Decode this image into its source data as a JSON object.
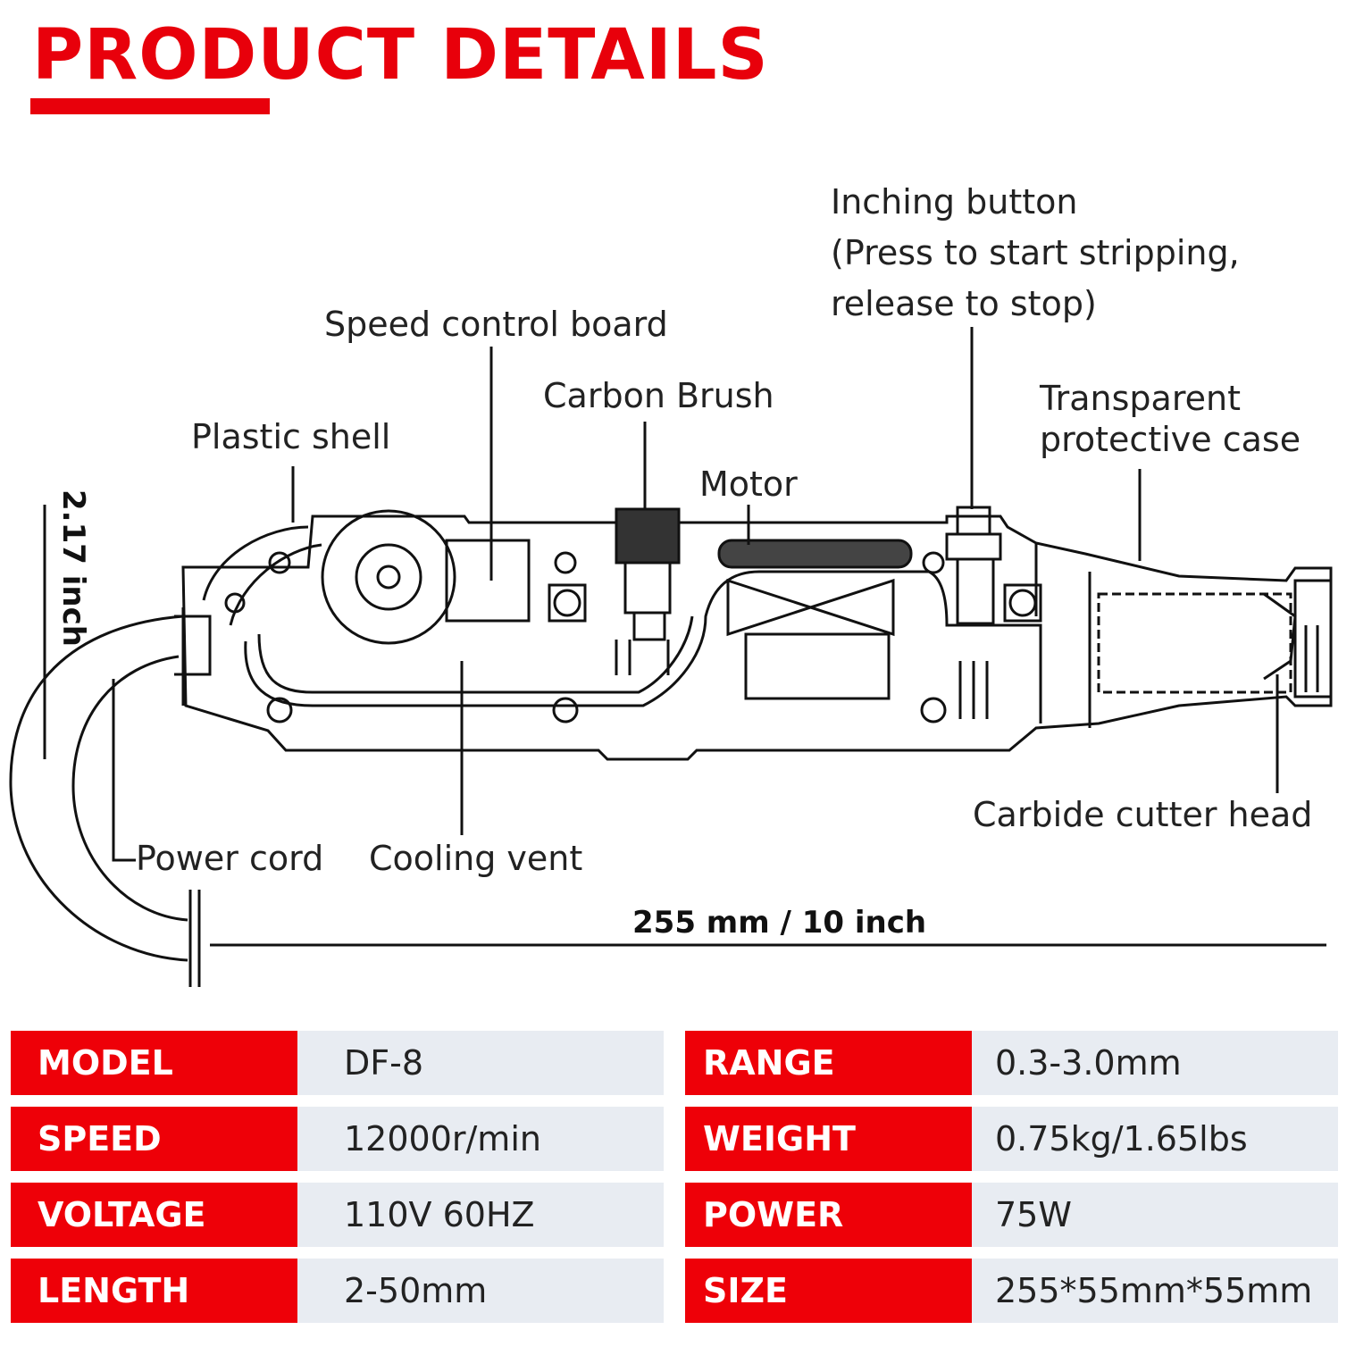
{
  "title": "PRODUCT DETAILS",
  "diagram": {
    "labels": {
      "inching_button_line1": "Inching button",
      "inching_button_line2": "(Press to start stripping,",
      "inching_button_line3": "release to stop)",
      "speed_control_board": "Speed control board",
      "carbon_brush": "Carbon Brush",
      "plastic_shell": "Plastic shell",
      "motor": "Motor",
      "transparent_case_line1": "Transparent",
      "transparent_case_line2": "protective case",
      "carbide_cutter_head": "Carbide cutter head",
      "power_cord": "Power cord",
      "cooling_vent": "Cooling vent"
    },
    "dimensions": {
      "height": "2.17 inch",
      "length": "255 mm  /  10 inch"
    }
  },
  "specs": {
    "left": [
      {
        "key": "MODEL",
        "value": "DF-8"
      },
      {
        "key": "SPEED",
        "value": "12000r/min"
      },
      {
        "key": "VOLTAGE",
        "value": "110V 60HZ"
      },
      {
        "key": "LENGTH",
        "value": "2-50mm"
      }
    ],
    "right": [
      {
        "key": "RANGE",
        "value": "0.3-3.0mm"
      },
      {
        "key": "WEIGHT",
        "value": "0.75kg/1.65lbs"
      },
      {
        "key": "POWER",
        "value": "75W"
      },
      {
        "key": "SIZE",
        "value": "255*55mm*55mm"
      }
    ]
  },
  "colors": {
    "accent": "#e8000b",
    "row_bg": "#e8ecf2"
  }
}
